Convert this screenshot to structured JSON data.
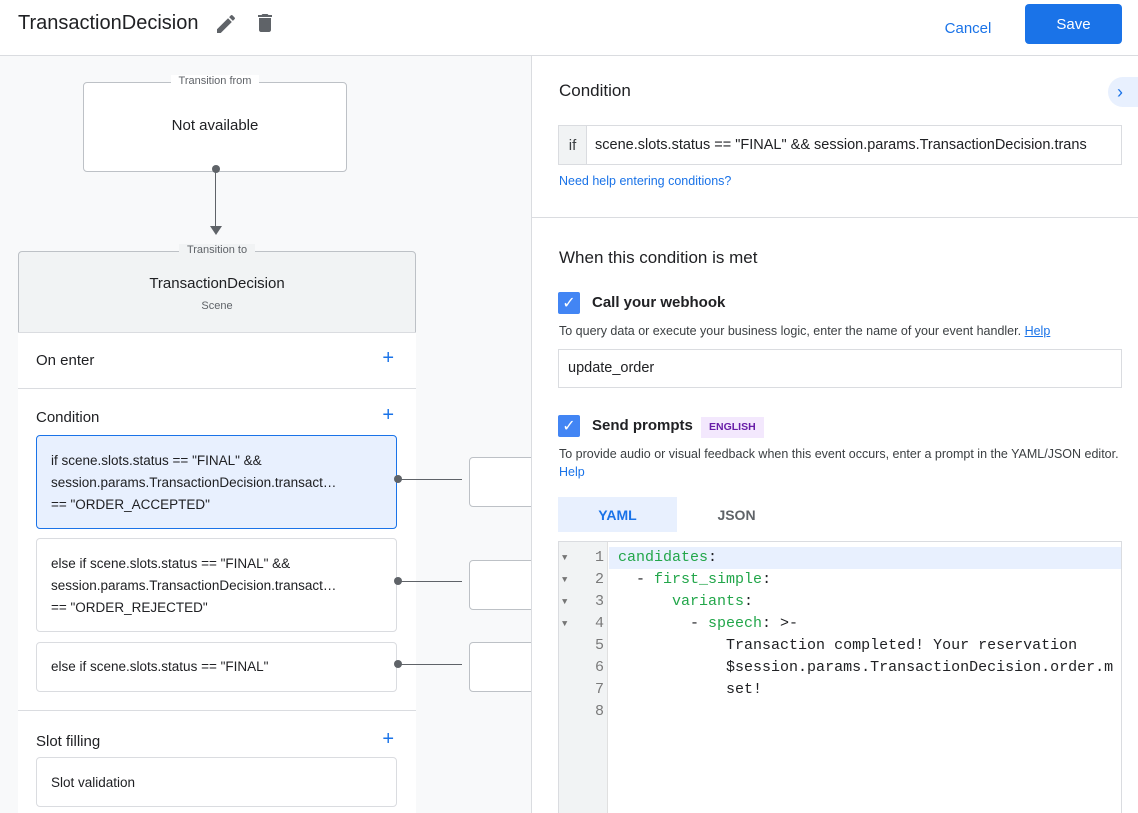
{
  "header": {
    "title": "TransactionDecision",
    "edit_icon": "pencil-icon",
    "delete_icon": "trash-icon",
    "cancel_label": "Cancel",
    "save_label": "Save"
  },
  "flow": {
    "from_legend": "Transition from",
    "from_value": "Not available",
    "to_legend": "Transition to",
    "scene_name": "TransactionDecision",
    "scene_type": "Scene",
    "on_enter": "On enter",
    "condition": "Condition",
    "conditions": [
      {
        "lines": [
          "if scene.slots.status == \"FINAL\" &&",
          "session.params.TransactionDecision.transact…",
          "== \"ORDER_ACCEPTED\""
        ]
      },
      {
        "lines": [
          "else if scene.slots.status == \"FINAL\" &&",
          "session.params.TransactionDecision.transact…",
          "== \"ORDER_REJECTED\""
        ]
      },
      {
        "lines": [
          "else if scene.slots.status == \"FINAL\""
        ]
      }
    ],
    "slot_filling": "Slot filling",
    "slot_validation": "Slot validation"
  },
  "panel": {
    "condition_title": "Condition",
    "if_label": "if",
    "condition_value": "scene.slots.status == \"FINAL\" && session.params.TransactionDecision.trans",
    "help_conditions": "Need help entering conditions?",
    "met_title": "When this condition is met",
    "webhook_label": "Call your webhook",
    "webhook_checked": true,
    "webhook_hint": "To query data or execute your business logic, enter the name of your event handler.",
    "help": "Help",
    "webhook_value": "update_order",
    "prompts_label": "Send prompts",
    "prompts_checked": true,
    "language_badge": "ENGLISH",
    "prompts_hint": "To provide audio or visual feedback when this event occurs, enter a prompt in the YAML/JSON editor.",
    "tabs": [
      "YAML",
      "JSON"
    ],
    "active_tab": "YAML",
    "code": [
      {
        "n": "1",
        "k": "candidates",
        "r": ":",
        "i": ""
      },
      {
        "n": "2",
        "k": "first_simple",
        "r": ":",
        "i": "  - "
      },
      {
        "n": "3",
        "k": "variants",
        "r": ":",
        "i": "      "
      },
      {
        "n": "4",
        "k": "speech",
        "r": ": >-",
        "i": "        - "
      },
      {
        "n": "5",
        "k": "",
        "r": "Transaction completed! Your reservation",
        "i": "            "
      },
      {
        "n": "6",
        "k": "",
        "r": "$session.params.TransactionDecision.order.m",
        "i": "            "
      },
      {
        "n": "7",
        "k": "",
        "r": "set!",
        "i": "            "
      },
      {
        "n": "8",
        "k": "",
        "r": "",
        "i": ""
      }
    ]
  },
  "colors": {
    "accent": "#1a73e8",
    "badge_bg": "#f3e8fd",
    "badge_text": "#681da8",
    "yaml_key": "#22a64a"
  }
}
